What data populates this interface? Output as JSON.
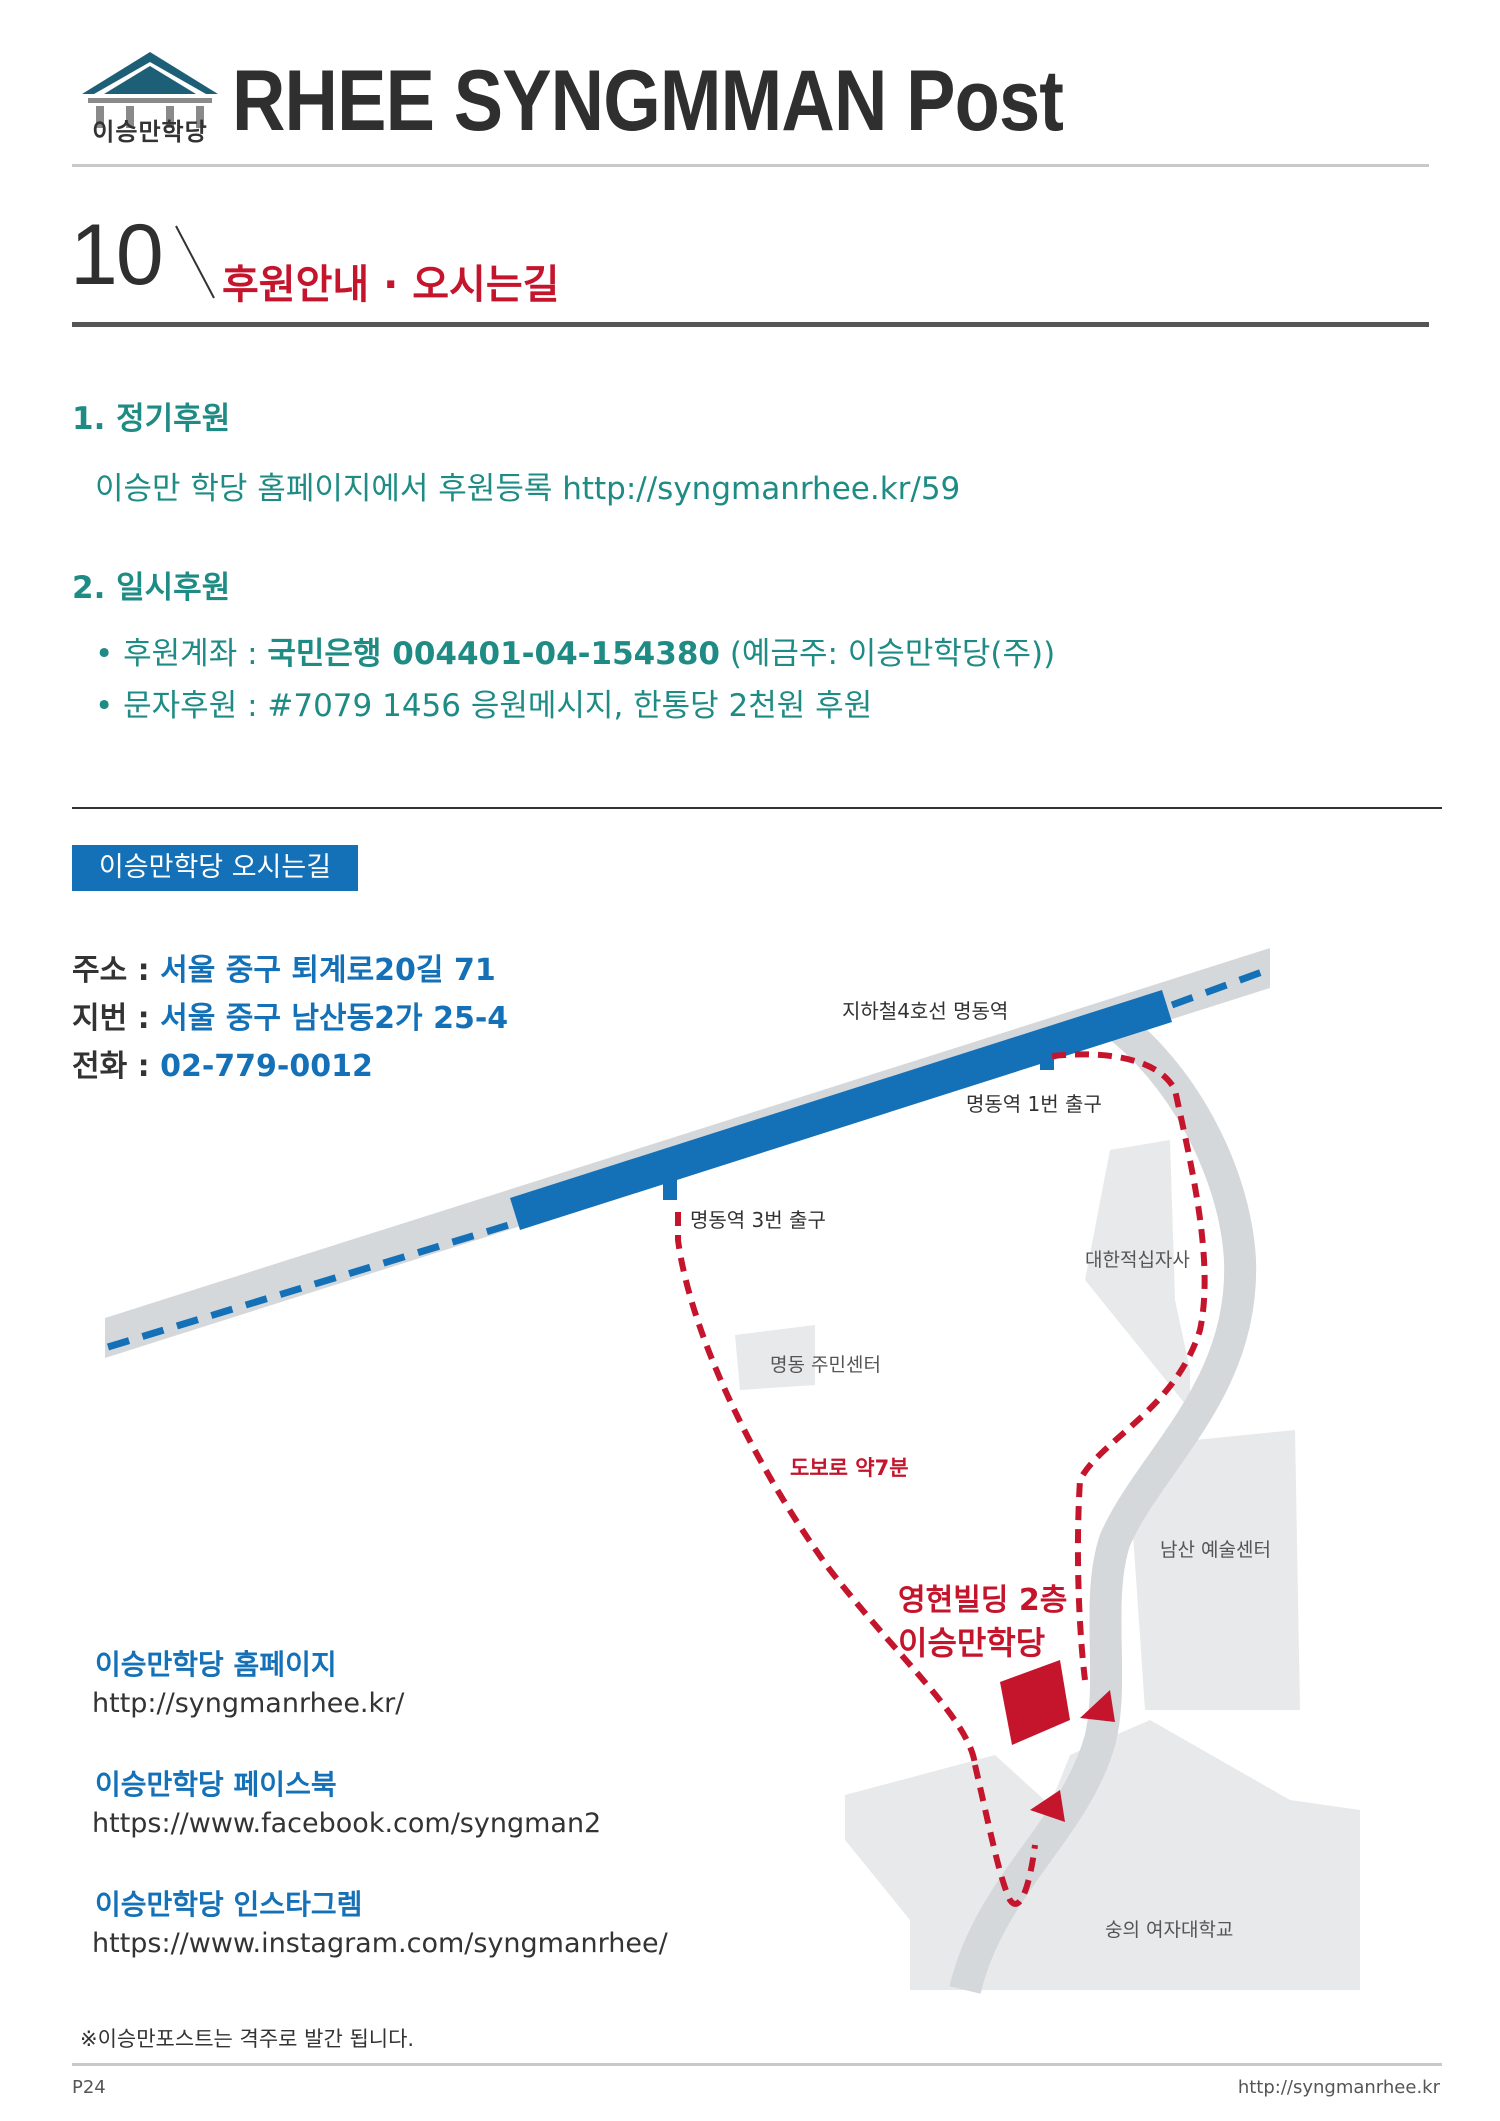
{
  "header": {
    "logo_text": "이승만학당",
    "title": "RHEE SYNGMMAN Post"
  },
  "section": {
    "number": "10",
    "title": "후원안내 · 오시는길"
  },
  "support": {
    "regular": {
      "heading": "1. 정기후원",
      "text": "이승만 학당 홈페이지에서 후원등록 http://syngmanrhee.kr/59"
    },
    "onetime": {
      "heading": "2. 일시후원",
      "account_label": "• 후원계좌 : ",
      "account_value": "국민은행 004401-04-154380",
      "account_holder": " (예금주: 이승만학당(주))",
      "sms": "• 문자후원 : #7079 1456 응원메시지, 한통당 2천원 후원"
    }
  },
  "directions": {
    "title": "이승만학당 오시는길",
    "address_label": "주소 : ",
    "address": "서울 중구 퇴계로20길 71",
    "lot_label": "지번 : ",
    "lot": "서울 중구 남산동2가 25-4",
    "phone_label": "전화 : ",
    "phone": "02-779-0012"
  },
  "map": {
    "subway_line": "지하철4호선 명동역",
    "exit1": "명동역 1번 출구",
    "exit3": "명동역 3번 출구",
    "redcross": "대한적십자사",
    "community_center": "명동 주민센터",
    "walk_time": "도보로 약7분",
    "building": "영현빌딩 2층",
    "academy": "이승만학당",
    "arts_center": "남산 예술센터",
    "university": "숭의 여자대학교",
    "colors": {
      "subway": "#1471b8",
      "route": "#c4152d",
      "road": "#d5d8db",
      "block": "#e8e9ea"
    }
  },
  "links": [
    {
      "title": "이승만학당 홈페이지",
      "url": "http://syngmanrhee.kr/"
    },
    {
      "title": "이승만학당 페이스북",
      "url": "https://www.facebook.com/syngman2"
    },
    {
      "title": "이승만학당 인스타그렘",
      "url": "https://www.instagram.com/syngmanrhee/"
    }
  ],
  "note": "※이승만포스트는 격주로 발간 됩니다.",
  "footer": {
    "page": "P24",
    "url": "http://syngmanrhee.kr"
  }
}
